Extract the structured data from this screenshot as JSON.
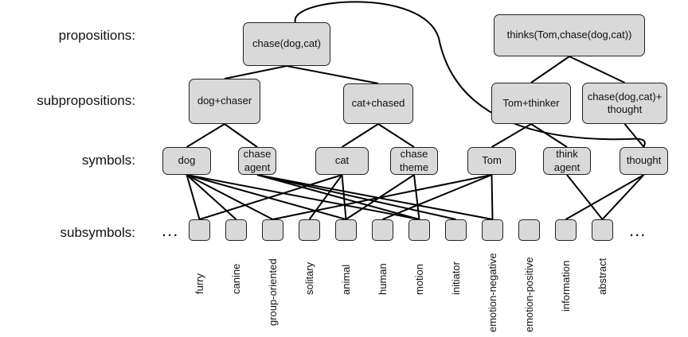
{
  "levels": {
    "propositions": "propositions:",
    "subpropositions": "subpropositions:",
    "symbols": "symbols:",
    "subsymbols": "subsymbols:"
  },
  "propositions": [
    {
      "id": "chase_dog_cat",
      "label": "chase(dog,cat)"
    },
    {
      "id": "thinks",
      "label": "thinks(Tom,chase(dog,cat))"
    }
  ],
  "subpropositions": [
    {
      "id": "dog_chaser",
      "label": "dog+chaser"
    },
    {
      "id": "cat_chased",
      "label": "cat+chased"
    },
    {
      "id": "tom_thinker",
      "label": "Tom+thinker"
    },
    {
      "id": "chase_thought",
      "label": "chase(dog,cat)+ thought"
    }
  ],
  "symbols": [
    {
      "id": "dog",
      "label": "dog"
    },
    {
      "id": "chase_agent",
      "label": "chase agent"
    },
    {
      "id": "cat",
      "label": "cat"
    },
    {
      "id": "chase_theme",
      "label": "chase theme"
    },
    {
      "id": "tom",
      "label": "Tom"
    },
    {
      "id": "think_agent",
      "label": "think agent"
    },
    {
      "id": "thought",
      "label": "thought"
    }
  ],
  "subsymbols": [
    "furry",
    "canine",
    "group-oriented",
    "solitary",
    "animal",
    "human",
    "motion",
    "initiator",
    "emotion-negative",
    "emotion-positive",
    "information",
    "abstract"
  ],
  "ellipsis": "...",
  "edges": {
    "prop_to_subprop": [
      [
        "chase_dog_cat",
        "dog_chaser"
      ],
      [
        "chase_dog_cat",
        "cat_chased"
      ],
      [
        "thinks",
        "tom_thinker"
      ],
      [
        "thinks",
        "chase_thought"
      ]
    ],
    "subprop_to_symbol": [
      [
        "dog_chaser",
        "dog"
      ],
      [
        "dog_chaser",
        "chase_agent"
      ],
      [
        "cat_chased",
        "cat"
      ],
      [
        "cat_chased",
        "chase_theme"
      ],
      [
        "tom_thinker",
        "tom"
      ],
      [
        "tom_thinker",
        "think_agent"
      ],
      [
        "chase_thought",
        "thought"
      ]
    ],
    "symbol_to_subsymbol": [
      [
        "dog",
        "furry"
      ],
      [
        "dog",
        "canine"
      ],
      [
        "dog",
        "group-oriented"
      ],
      [
        "dog",
        "animal"
      ],
      [
        "dog",
        "motion"
      ],
      [
        "chase_agent",
        "motion"
      ],
      [
        "chase_agent",
        "initiator"
      ],
      [
        "chase_agent",
        "emotion-negative"
      ],
      [
        "cat",
        "furry"
      ],
      [
        "cat",
        "solitary"
      ],
      [
        "cat",
        "animal"
      ],
      [
        "chase_theme",
        "animal"
      ],
      [
        "chase_theme",
        "motion"
      ],
      [
        "tom",
        "group-oriented"
      ],
      [
        "tom",
        "human"
      ],
      [
        "tom",
        "emotion-negative"
      ],
      [
        "think_agent",
        "abstract"
      ],
      [
        "thought",
        "information"
      ],
      [
        "thought",
        "abstract"
      ]
    ],
    "embedding": [
      "chase_dog_cat",
      "thought"
    ]
  }
}
